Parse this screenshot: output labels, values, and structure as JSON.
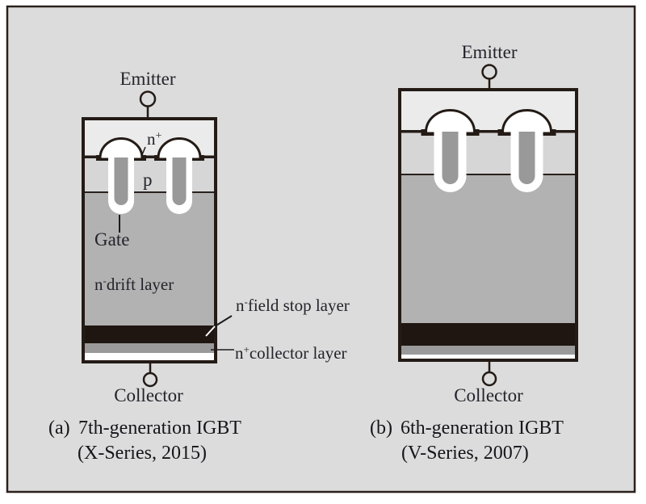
{
  "figure": {
    "type": "semiconductor-cross-section-comparison",
    "topic": "IGBT generations"
  },
  "colors": {
    "canvas_bg": "#dcdcdc",
    "frame_border": "#2a211c",
    "device_border": "#241b16",
    "emitter_metal": "#ebebeb",
    "p_layer": "#d6d6d6",
    "drift_layer": "#b2b2b2",
    "gate_poly": "#999999",
    "field_stop": "#1f1611",
    "collector_layer": "#9a9a9a",
    "buffer_white": "#ffffff",
    "label_text": "#23232b"
  },
  "device_a": {
    "emitter_label": "Emitter",
    "collector_label": "Collector",
    "labels": {
      "n_plus": {
        "base": "n",
        "sup": "+"
      },
      "p": "p",
      "gate": "Gate",
      "drift": {
        "base": "n",
        "sup": "-",
        "rest": "drift layer"
      },
      "field_stop": {
        "base": "n",
        "sup": "-",
        "rest": "field stop layer"
      },
      "collector": {
        "base": "n",
        "sup": "+",
        "rest": "collector layer"
      }
    },
    "caption": {
      "tag": "(a)",
      "title": "7th-generation IGBT",
      "subtitle": "(X-Series, 2015)"
    }
  },
  "device_b": {
    "emitter_label": "Emitter",
    "collector_label": "Collector",
    "caption": {
      "tag": "(b)",
      "title": "6th-generation IGBT",
      "subtitle": "(V-Series, 2007)"
    }
  }
}
